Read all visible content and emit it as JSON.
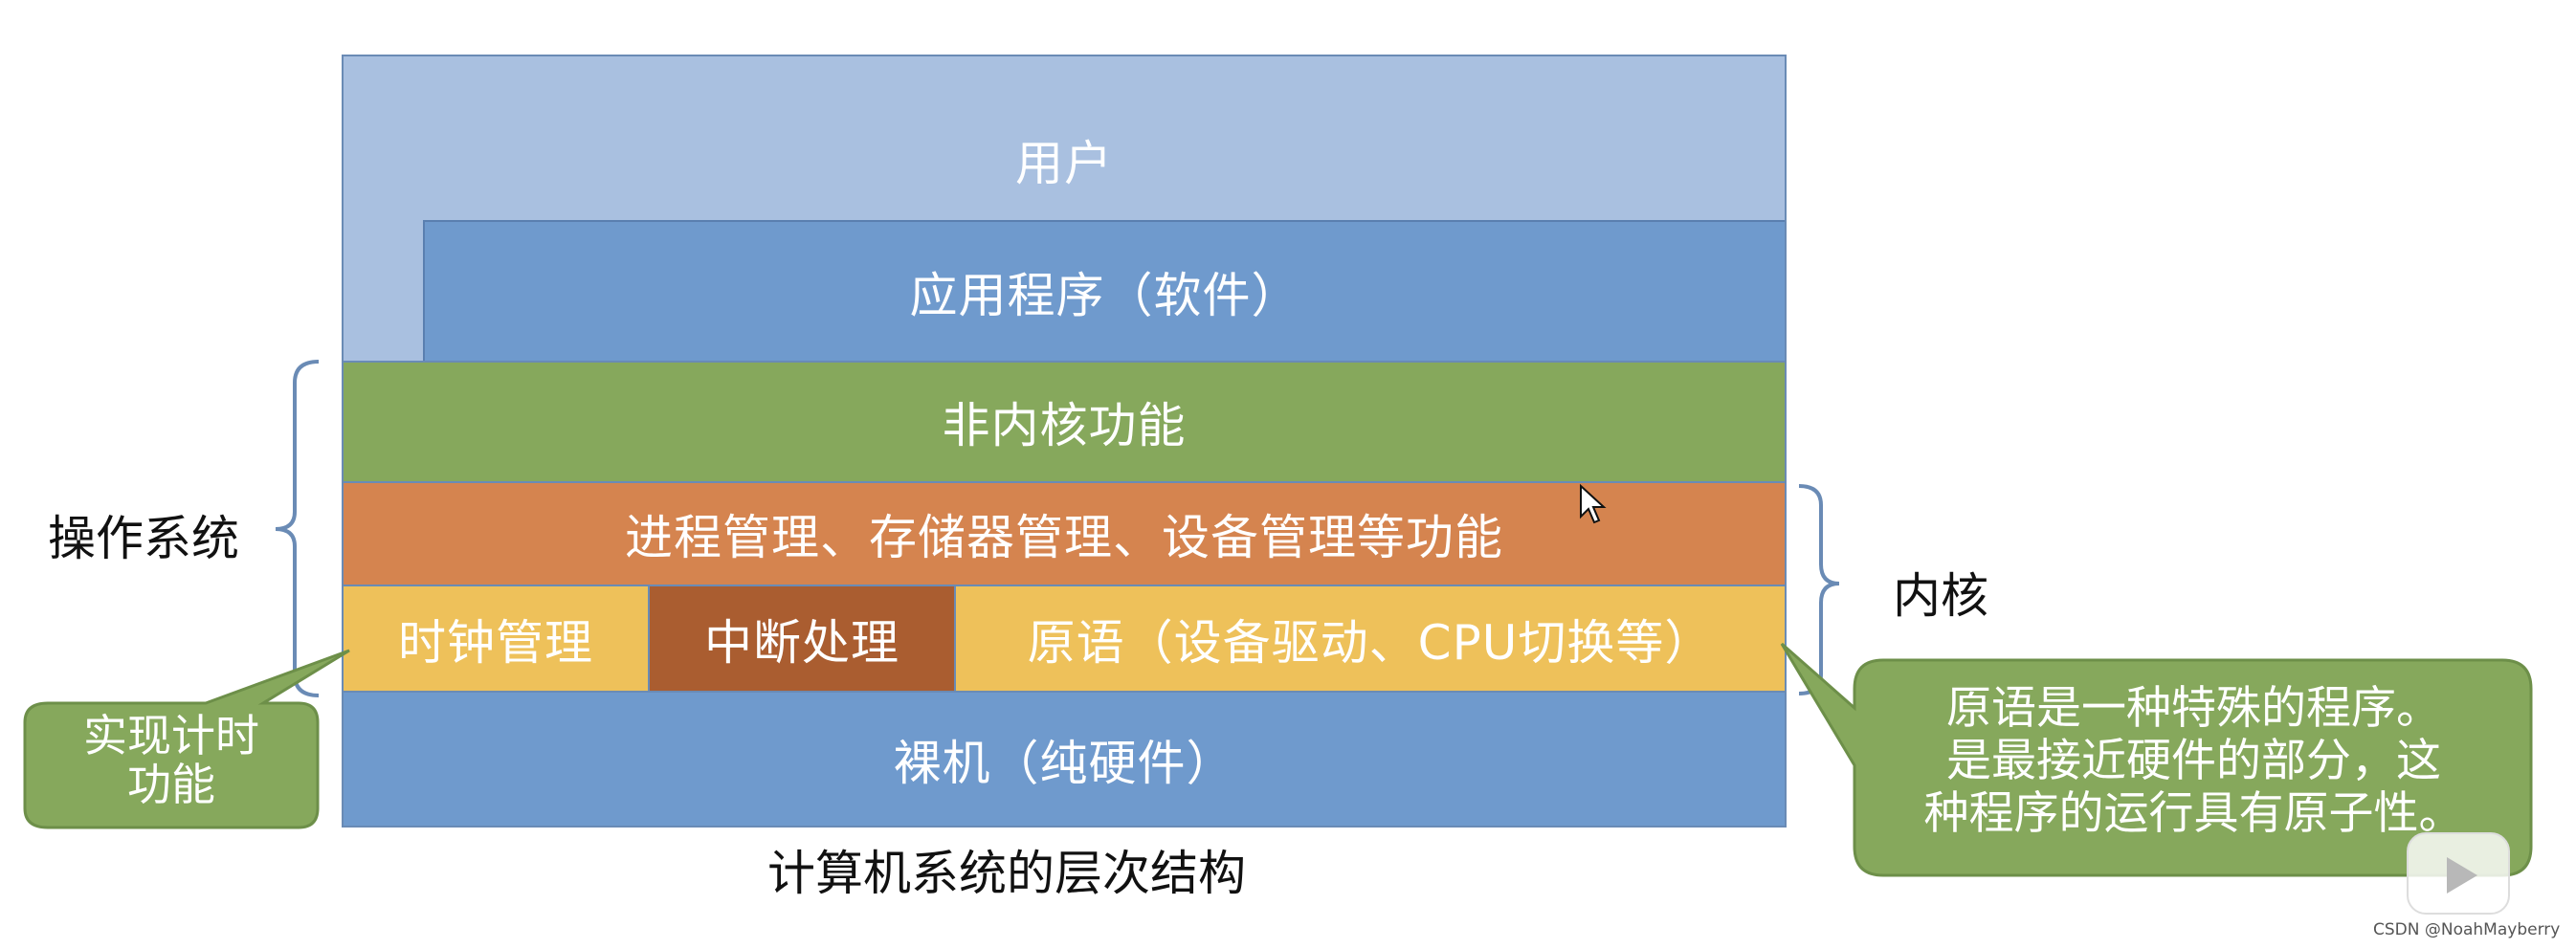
{
  "diagram": {
    "caption": "计算机系统的层次结构",
    "layers": {
      "user": "用户",
      "application": "应用程序（软件）",
      "non_kernel": "非内核功能",
      "management": "进程管理、存储器管理、设备管理等功能",
      "clock": "时钟管理",
      "interrupt": "中断处理",
      "primitive": "原语（设备驱动、CPU切换等）",
      "bare_machine": "裸机（纯硬件）"
    },
    "brackets": {
      "os": "操作系统",
      "kernel": "内核"
    },
    "callouts": {
      "clock_line1": "实现计时",
      "clock_line2": "功能",
      "primitive_line1": "原语是一种特殊的程序。",
      "primitive_line2": "是最接近硬件的部分，这",
      "primitive_line3": "种程序的运行具有原子性。"
    }
  },
  "colors": {
    "user": "#a9c0e0",
    "application": "#6f9acd",
    "non_kernel": "#86a85c",
    "management": "#d5844f",
    "clock_primitive": "#eec15a",
    "interrupt": "#aa5d30",
    "bare_machine": "#6f9acd",
    "callout": "#86a85c",
    "bracket": "#6a8bb5"
  },
  "watermark": "CSDN @NoahMayberry"
}
